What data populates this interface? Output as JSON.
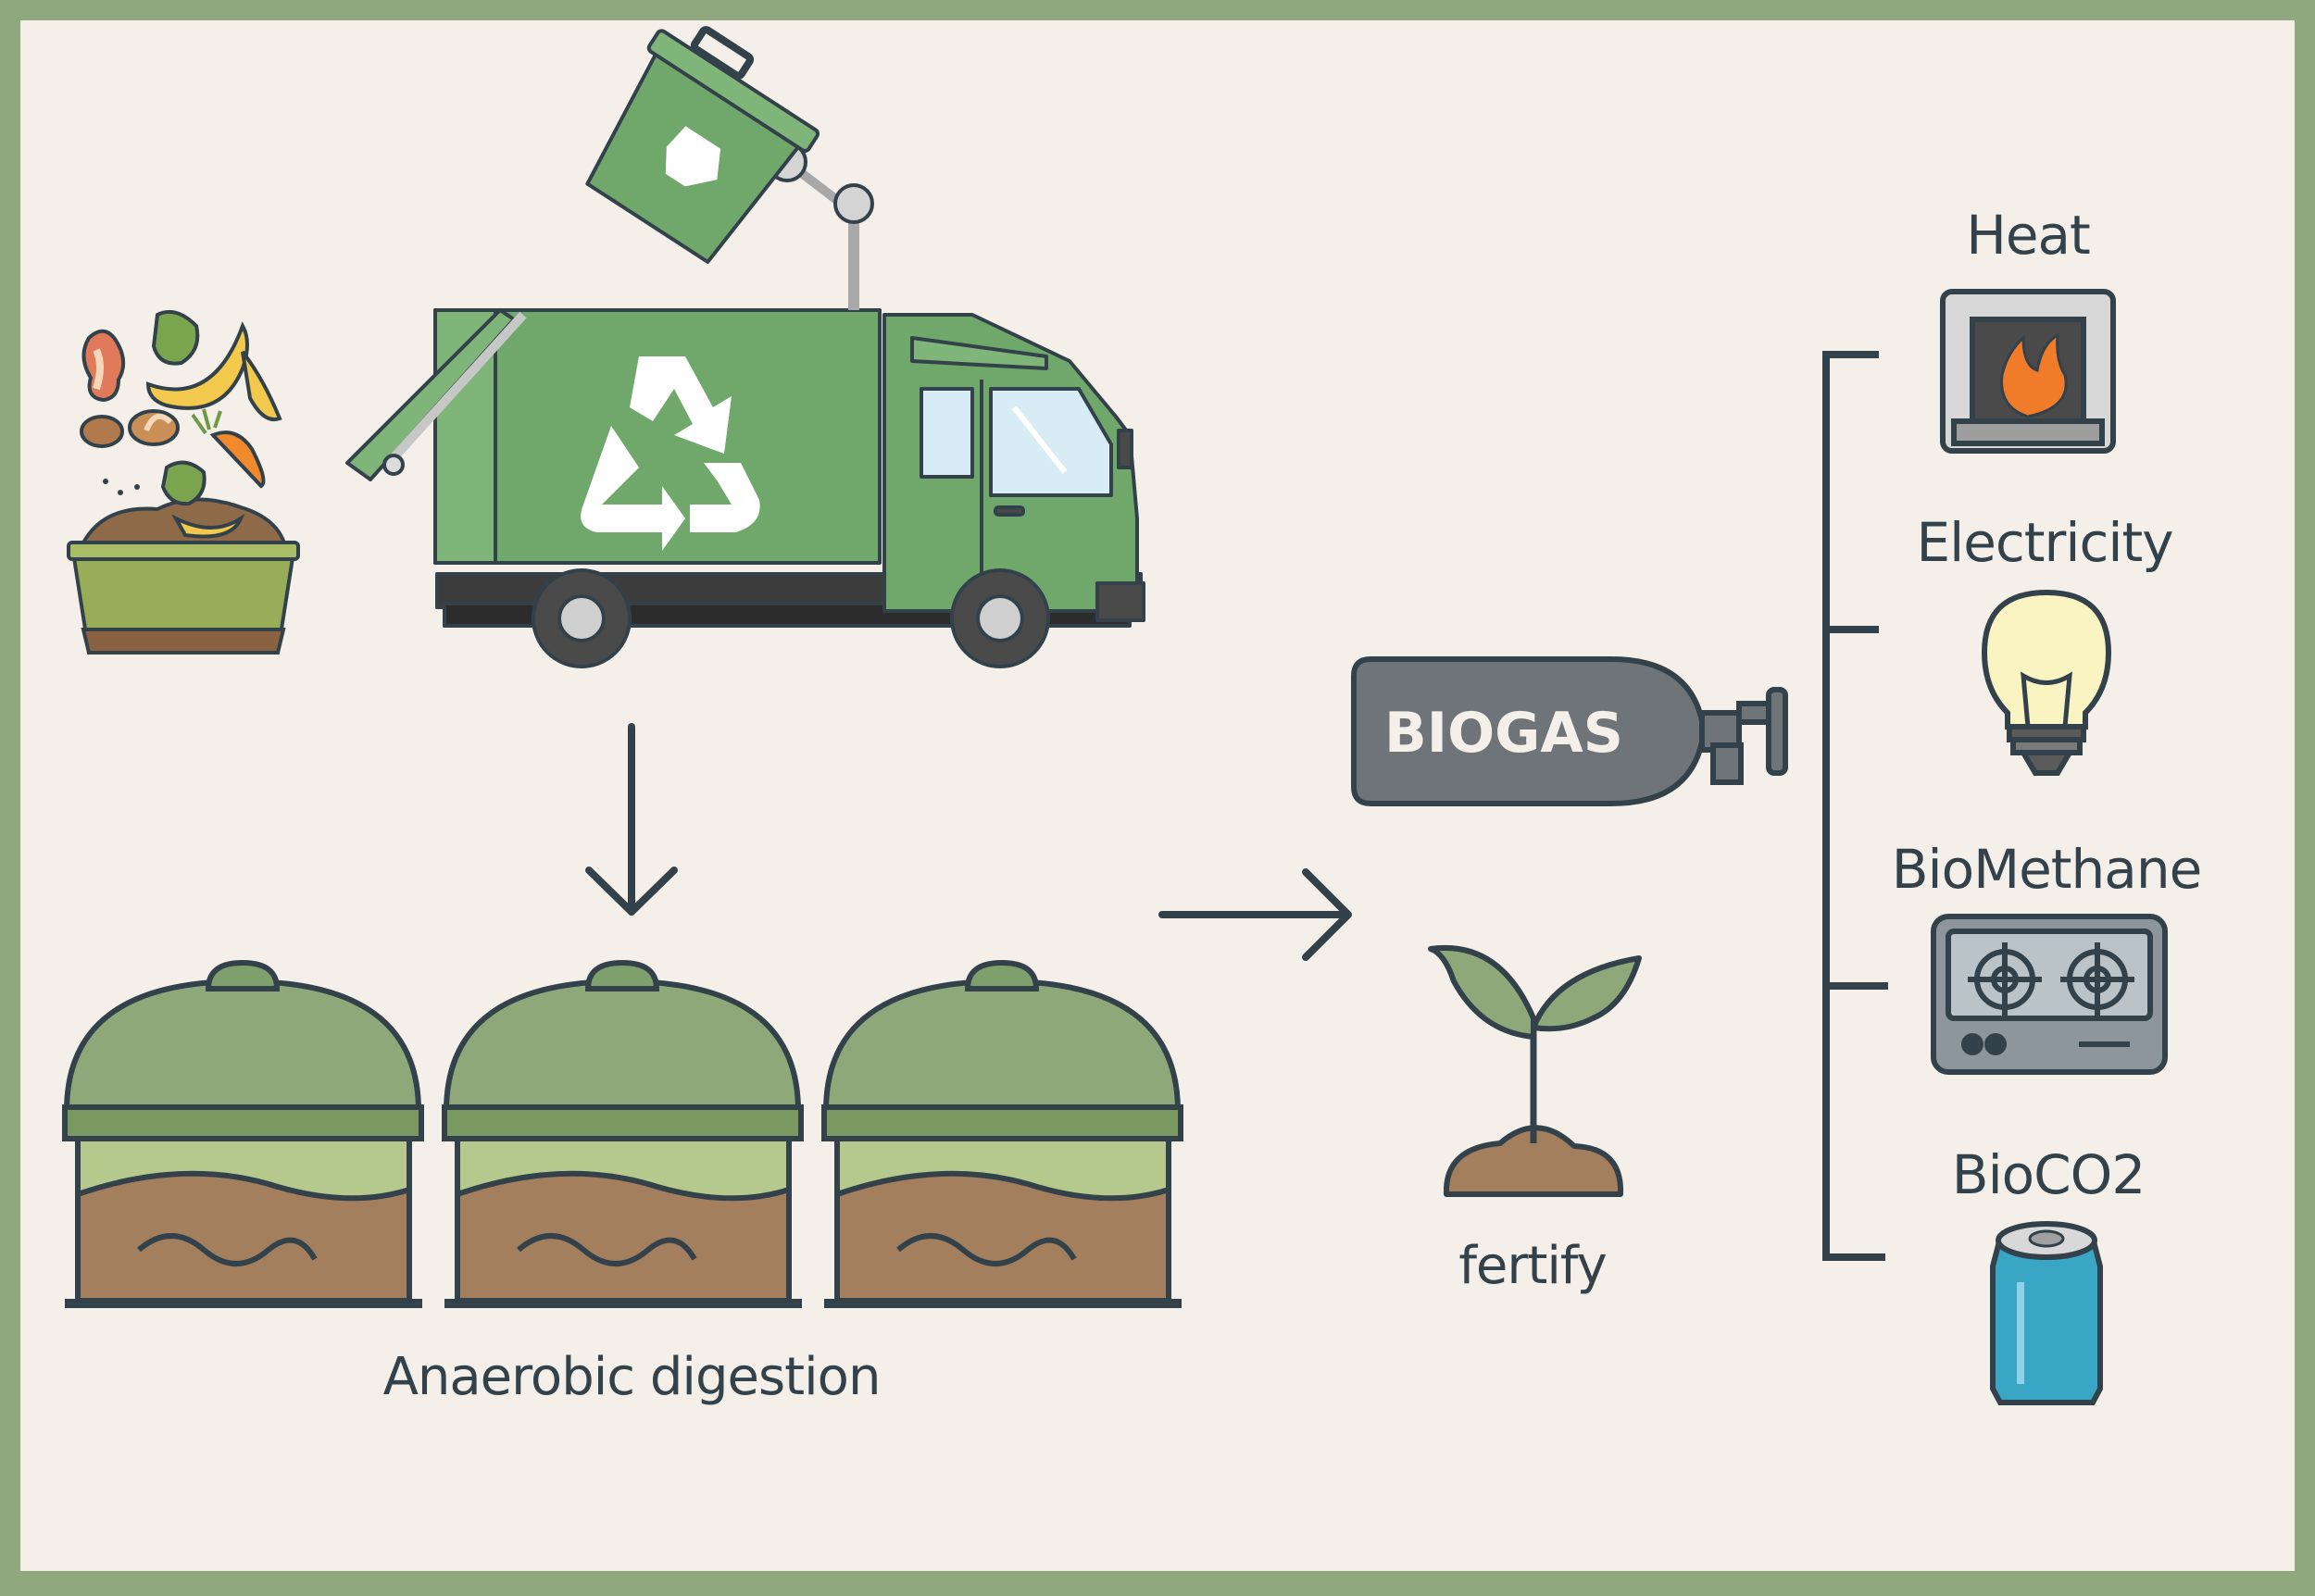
{
  "diagram": {
    "title": "",
    "digestion_label": "Anaerobic digestion",
    "tank_label": "BIOGAS",
    "fertilizer_label": "fertify",
    "outputs": [
      {
        "label": "Heat",
        "icon": "fireplace-icon"
      },
      {
        "label": "Electricity",
        "icon": "light-bulb-icon"
      },
      {
        "label": "BioMethane",
        "icon": "gas-stove-icon"
      },
      {
        "label": "BioCO2",
        "icon": "soda-can-icon"
      }
    ]
  },
  "colors": {
    "frame": "#8fa87d",
    "background": "#f5efea",
    "truck_green": "#6fa86a",
    "outline": "#33424a",
    "soil": "#a37f5e",
    "flame": "#f07c2a",
    "can_blue": "#38a6c4"
  }
}
